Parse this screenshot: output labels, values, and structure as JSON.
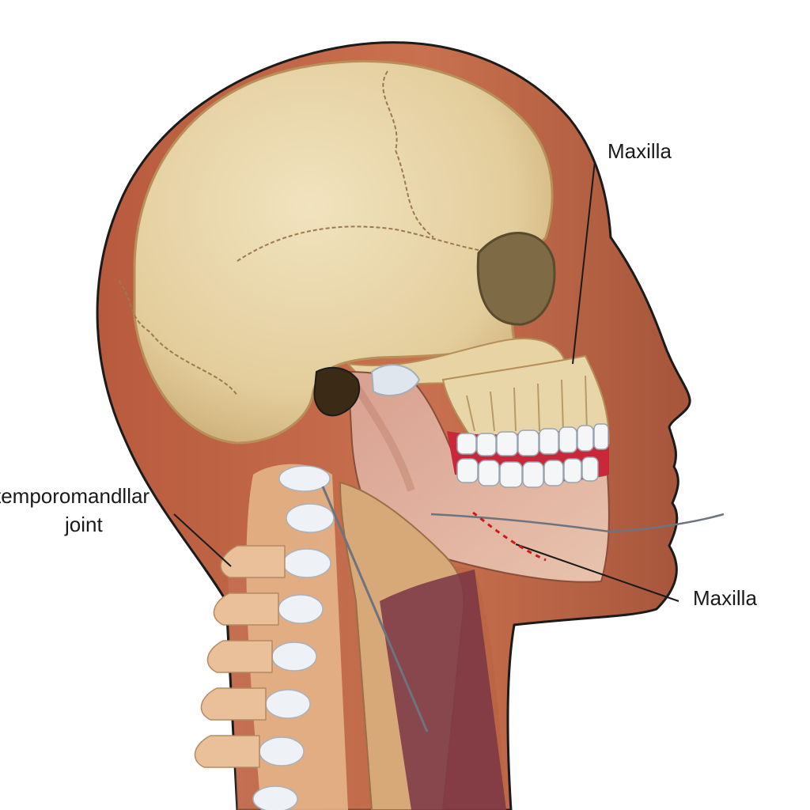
{
  "diagram": {
    "labels": {
      "maxilla_top": "Maxilla",
      "maxilla_bottom": "Maxilla",
      "tmj_line1": "temporomandllar",
      "tmj_line2": "joint"
    },
    "colors": {
      "background": "#ffffff",
      "skin": "#c46a4a",
      "skin_dark": "#a2523a",
      "bone": "#e6d3a6",
      "bone_shadow": "#c9b07a",
      "teeth": "#f4f6f8",
      "gum": "#c8283a",
      "outline": "#1b1b1b",
      "spine_disc": "#eef2f6",
      "throat": "#7a3545",
      "leader": "#1a1a1a",
      "dash_red": "#d01818"
    },
    "icons": [
      "human-head-cross-section"
    ]
  }
}
